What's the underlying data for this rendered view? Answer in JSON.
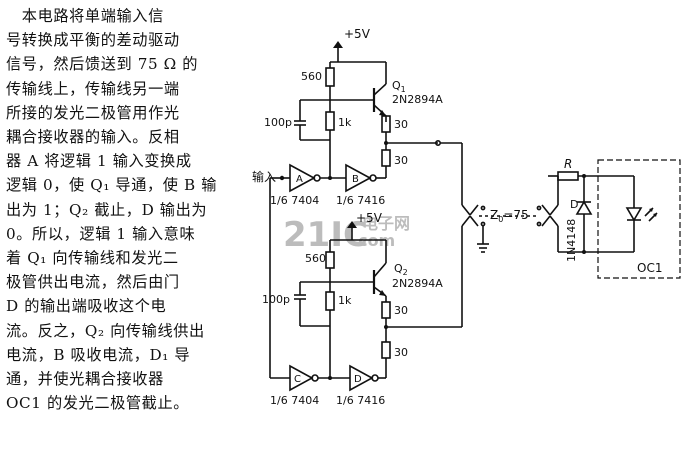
{
  "description": {
    "lines": [
      "　本电路将单端输入信",
      "号转换成平衡的差动驱动",
      "信号，然后馈送到 75 Ω 的",
      "传输线上，传输线另一端",
      "所接的发光二极管用作光",
      "耦合接收器的输入。反相",
      "器 A 将逻辑 1 输入变换成",
      "逻辑 0，使 Q₁ 导通，使 B 输",
      "出为 1；Q₂ 截止，D 输出为",
      "0。所以，逻辑 1 输入意味",
      "着 Q₁ 向传输线和发光二",
      "极管供出电流，然后由门",
      "D 的输出端吸收这个电",
      "流。反之，Q₂ 向传输线供出",
      "电流，B 吸收电流，D₁ 导",
      "通，并使光耦合接收器",
      "OC1 的发光二极管截止。"
    ]
  },
  "circuit": {
    "supply_top": "+5V",
    "supply_bottom": "+5V",
    "input_label": "输入",
    "r560_top": "560",
    "r560_bottom": "560",
    "r1k_top": "1k",
    "r1k_bottom": "1k",
    "c100p_top": "100p",
    "c100p_bottom": "100p",
    "r30_q1": "30",
    "r30_b": "30",
    "r30_q2": "30",
    "r30_d": "30",
    "q1_name": "Q",
    "q1_sub": "1",
    "q1_type": "2N2894A",
    "q2_name": "Q",
    "q2_sub": "2",
    "q2_type": "2N2894A",
    "gate_a": "A",
    "gate_b": "B",
    "gate_c": "C",
    "gate_d": "D",
    "gate_a_part": "1/6 7404",
    "gate_b_part": "1/6 7416",
    "gate_c_part": "1/6 7404",
    "gate_d_part": "1/6 7416",
    "z0_label": "Z",
    "z0_sub": "0",
    "z0_value": "=75",
    "r_label": "R",
    "d_label": "D",
    "diode_part": "1N4148",
    "oc_label": "OC1"
  },
  "watermark": {
    "logo": "21IC",
    "text": "电子网",
    "domain": ".com"
  }
}
